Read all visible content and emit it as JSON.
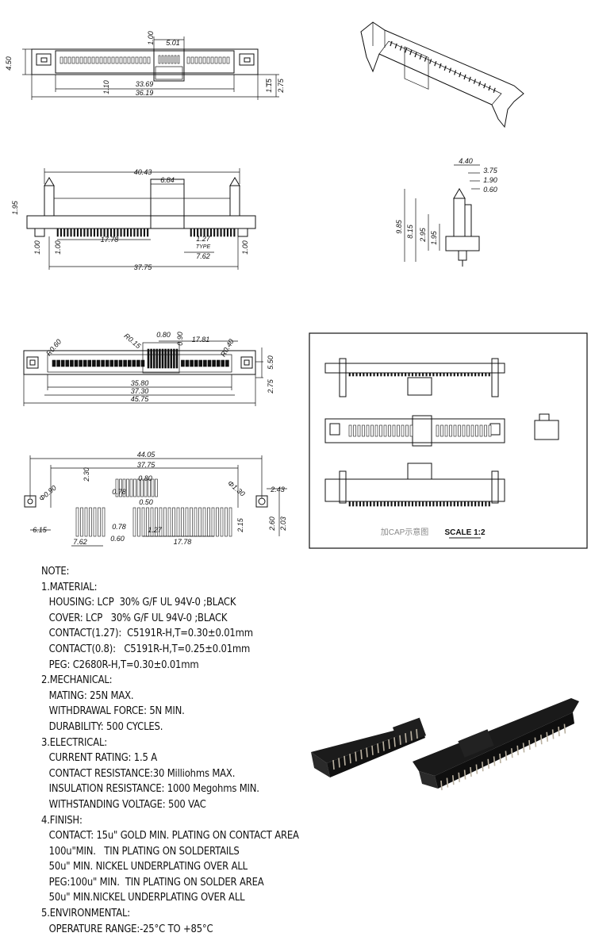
{
  "drawings": {
    "top_view": {
      "dims": [
        "4.50",
        "1.00",
        "5.01",
        "1.10",
        "33.69",
        "36.19",
        "1.15",
        "2.75"
      ]
    },
    "front_view": {
      "dims": [
        "40.43",
        "6.84",
        "1.95",
        "1.00",
        "17.78",
        "1.27",
        "TYPE",
        "7.62",
        "1.00",
        "1.00",
        "37.75"
      ]
    },
    "side_view": {
      "dims": [
        "4.40",
        "3.75",
        "1.90",
        "0.60",
        "9.85",
        "8.15",
        "2.95",
        "1.95"
      ]
    },
    "bottom_view": {
      "dims": [
        "0.80",
        "0.90",
        "R0.15",
        "17.81",
        "R0.60",
        "R0.40",
        "5.50",
        "2.75",
        "35.80",
        "37.30",
        "45.75"
      ]
    },
    "pcb_layout": {
      "dims": [
        "44.05",
        "37.75",
        "2.30",
        "0.80",
        "Φ0.90",
        "Φ1.30",
        "2.43",
        "0.78",
        "0.50",
        "6.15",
        "0.78",
        "1.27",
        "2.15",
        "2.60",
        "2.03",
        "7.62",
        "0.60",
        "17.78"
      ]
    },
    "cap_box": {
      "caption": "加CAP示意图",
      "scale": "SCALE 1:2"
    }
  },
  "notes": [
    {
      "text": "NOTE:",
      "indent": false
    },
    {
      "text": "1.MATERIAL:",
      "indent": false
    },
    {
      "text": "HOUSING: LCP  30% G/F UL 94V-0 ;BLACK",
      "indent": true
    },
    {
      "text": "COVER: LCP   30% G/F UL 94V-0 ;BLACK",
      "indent": true
    },
    {
      "text": "CONTACT(1.27):  C5191R-H,T=0.30±0.01mm",
      "indent": true
    },
    {
      "text": "CONTACT(0.8):   C5191R-H,T=0.25±0.01mm",
      "indent": true
    },
    {
      "text": "PEG: C2680R-H,T=0.30±0.01mm",
      "indent": true
    },
    {
      "text": "2.MECHANICAL:",
      "indent": false
    },
    {
      "text": "MATING: 25N MAX.",
      "indent": true
    },
    {
      "text": "WITHDRAWAL FORCE: 5N MIN.",
      "indent": true
    },
    {
      "text": "DURABILITY: 500 CYCLES.",
      "indent": true
    },
    {
      "text": "3.ELECTRICAL:",
      "indent": false
    },
    {
      "text": "CURRENT RATING: 1.5 A",
      "indent": true
    },
    {
      "text": "CONTACT RESISTANCE:30 Milliohms MAX.",
      "indent": true
    },
    {
      "text": "INSULATION RESISTANCE: 1000 Megohms MIN.",
      "indent": true
    },
    {
      "text": "WITHSTANDING VOLTAGE: 500 VAC",
      "indent": true
    },
    {
      "text": "4.FINISH:",
      "indent": false
    },
    {
      "text": "CONTACT: 15u\" GOLD MIN. PLATING ON CONTACT AREA",
      "indent": true
    },
    {
      "text": "100u\"MIN.   TIN PLATING ON SOLDERTAILS",
      "indent": true
    },
    {
      "text": "50u\" MIN. NICKEL UNDERPLATING OVER ALL",
      "indent": true
    },
    {
      "text": "PEG:100u\" MIN.  TIN PLATING ON SOLDER AREA",
      "indent": true
    },
    {
      "text": "50u\" MIN.NICKEL UNDERPLATING OVER ALL",
      "indent": true
    },
    {
      "text": "5.ENVIRONMENTAL:",
      "indent": false
    },
    {
      "text": "OPERATURE RANGE:-25°C TO +85°C",
      "indent": true
    }
  ]
}
